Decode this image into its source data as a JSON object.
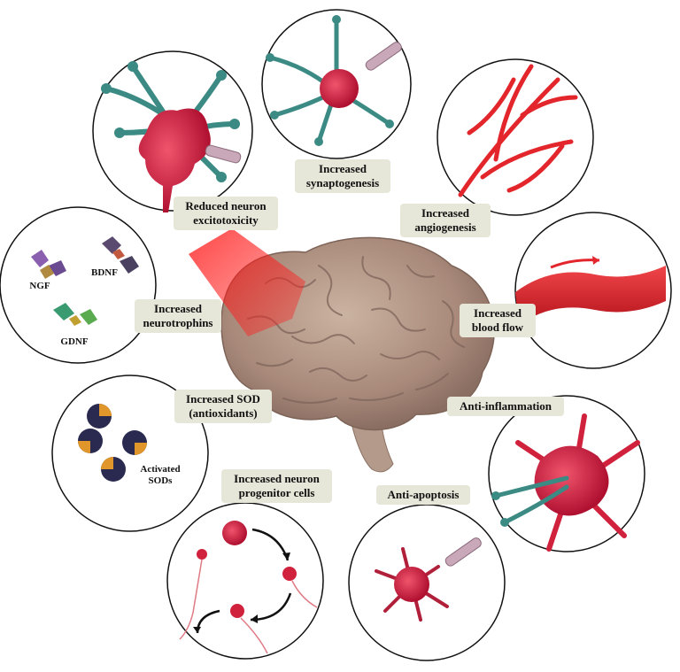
{
  "labels": {
    "excitotoxicity": "Reduced neuron excitotoxicity",
    "synaptogenesis": "Increased synaptogenesis",
    "angiogenesis": "Increased angiogenesis",
    "neurotrophins": "Increased neurotrophins",
    "blood_flow": "Increased blood flow",
    "sod": "Increased SOD (antioxidants)",
    "anti_inflammation": "Anti-inflammation",
    "progenitor": "Increased neuron progenitor cells",
    "anti_apoptosis": "Anti-apoptosis"
  },
  "factor_labels": {
    "ngf": "NGF",
    "bdnf": "BDNF",
    "gdnf": "GDNF",
    "activated_sods": "Activated SODs"
  },
  "colors": {
    "neuron_red": "#d0223c",
    "dendrite_teal": "#3b8a84",
    "vessel_red": "#e3262c",
    "label_bg": "#e6e6d9",
    "brain_tan": "#b59a85"
  }
}
